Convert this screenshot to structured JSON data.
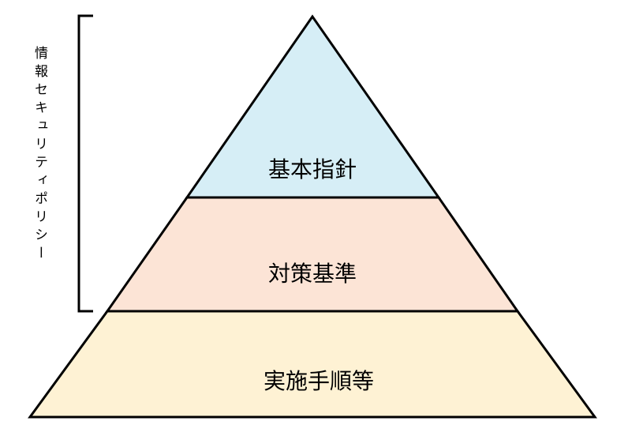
{
  "pyramid": {
    "tiers": [
      {
        "label": "基本指針",
        "fill": "#d6eef6"
      },
      {
        "label": "対策基準",
        "fill": "#fce4d6"
      },
      {
        "label": "実施手順等",
        "fill": "#fef2d4"
      }
    ],
    "stroke": "#000000"
  },
  "bracket": {
    "label": "情報セキュリティポリシー"
  }
}
